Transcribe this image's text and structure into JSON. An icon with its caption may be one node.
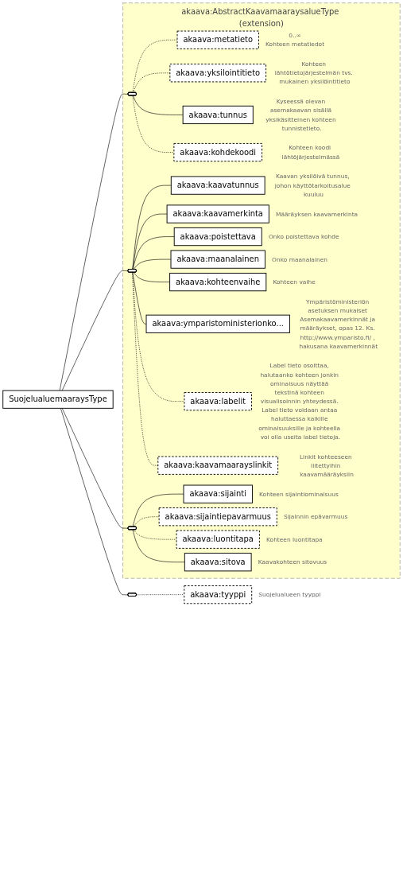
{
  "diagram": {
    "nodes": [
      {
        "text": [
          "SuojelualuemaaraysType"
        ]
      },
      {
        "text": [
          "akaava:AbstractKaavamaaraysalueType (extension)"
        ]
      },
      {
        "text": [],
        "shape": "octagon",
        "in": 1
      },
      {
        "text": [
          "akaava:metatieto"
        ],
        "in": 1,
        "beside": [
          "0..∞",
          "Kohteen metatiedot"
        ]
      },
      {
        "text": [
          "akaava:yksilointitieto"
        ],
        "in": 1,
        "beside": [
          "Kohteen lähtötietojärjestelmän tvs. mukainen yksilöintitieto"
        ]
      },
      {
        "text": [
          "akaava:tunnus"
        ],
        "in": 1,
        "beside": [
          "Kyseessä olevan asemakaavan sisällä yksikäsitteinen kohteen tunnistetieto."
        ]
      },
      {
        "text": [
          "akaava:kohdekoodi"
        ],
        "in": 1,
        "beside": [
          "Kohteen koodi lähtöjärjestelmässä"
        ]
      },
      {
        "text": [],
        "shape": "octagon",
        "in": 1
      },
      {
        "text": [
          "akaava:kaavatunnus"
        ],
        "in": 1,
        "beside": [
          "Kaavan yksilöivä tunnus, johon käyttötarkoitusalue kuuluu"
        ]
      },
      {
        "text": [
          "akaava:kaavamerkinta"
        ],
        "in": 1,
        "beside": [
          "Määräyksen kaavamerkinta"
        ]
      },
      {
        "text": [
          "akaava:poistettava"
        ],
        "in": 1,
        "beside": [
          "Onko poistettava kohde"
        ]
      },
      {
        "text": [
          "akaava:maanalainen"
        ],
        "in": 1,
        "beside": [
          "Onko maanalainen"
        ]
      },
      {
        "text": [
          "akaava:kohteenvaihe"
        ],
        "in": 1,
        "beside": [
          "Kohteen vaihe"
        ]
      },
      {
        "text": [
          "akaava:ymparistoministerionko..."
        ],
        "in": 1,
        "beside": [
          "Ympäristöministeriön asetuksen mukaiset Asemakaavamerkinnät ja määräykset, opas 12. Ks. http://www.ymparisto.fi/ , hakusana kaavamerkinnät"
        ]
      },
      {
        "text": [
          "akaava:labelit"
        ],
        "in": 1,
        "beside": [
          "Label tieto osoittaa, halutaanko kohteen jonkin ominaisuus näyttää tekstinä kohteen visualisoinnin yhteydessä. Label tieto voidaan antaa haluttaessa kaikille ominaisuuksille ja kohteella voi olla useita label tietoja."
        ]
      },
      {
        "text": [
          "akaava:kaavamaarayslinkit"
        ],
        "in": 1,
        "beside": [
          "Linkit kohteeseen liitettyihin kaavamääräyksiin"
        ]
      },
      {
        "text": [],
        "shape": "octagon",
        "in": 1
      },
      {
        "text": [
          "akaava:sijainti"
        ],
        "in": 1,
        "beside": [
          "Kohteen sijaintiominaisuus"
        ]
      },
      {
        "text": [
          "akaava:sijaintiepavarmuus"
        ],
        "in": 1,
        "beside": [
          "Sijainnin epävarmuus"
        ]
      },
      {
        "text": [
          "akaava:luontitapa"
        ],
        "in": 1,
        "beside": [
          "Kohteen luontitapa"
        ]
      },
      {
        "text": [
          "akaava:sitova"
        ],
        "in": 1,
        "beside": [
          "Kaavakohteen sitovuus"
        ]
      },
      {
        "text": [],
        "shape": "octagon"
      },
      {
        "text": [
          "akaava:tyyppi"
        ],
        "beside": [
          "Suojelualueen tyyppi"
        ]
      }
    ],
    "edges": [
      {
        "from": 0,
        "to": 2,
        "arrow": "none"
      },
      {
        "from": 0,
        "to": 7,
        "arrow": "none"
      },
      {
        "from": 0,
        "to": 16,
        "arrow": "none"
      },
      {
        "from": 0,
        "to": 21,
        "arrow": "none"
      },
      {
        "from": 2,
        "to": 3,
        "arrow": "none",
        "style": "dashed"
      },
      {
        "from": 2,
        "to": 4,
        "arrow": "none",
        "style": "dashed"
      },
      {
        "from": 2,
        "to": 5,
        "arrow": "none"
      },
      {
        "from": 2,
        "to": 6,
        "arrow": "none",
        "style": "dashed"
      },
      {
        "from": 7,
        "to": 8,
        "arrow": "none"
      },
      {
        "from": 7,
        "to": 9,
        "arrow": "none"
      },
      {
        "from": 7,
        "to": 10,
        "arrow": "none"
      },
      {
        "from": 7,
        "to": 11,
        "arrow": "none"
      },
      {
        "from": 7,
        "to": 12,
        "arrow": "none"
      },
      {
        "from": 7,
        "to": 13,
        "arrow": "none"
      },
      {
        "from": 7,
        "to": 14,
        "arrow": "none",
        "style": "dashed"
      },
      {
        "from": 7,
        "to": 15,
        "arrow": "none",
        "style": "dashed"
      },
      {
        "from": 16,
        "to": 17,
        "arrow": "none"
      },
      {
        "from": 16,
        "to": 18,
        "arrow": "none",
        "style": "dashed"
      },
      {
        "from": 16,
        "to": 19,
        "arrow": "none",
        "style": "dashed"
      },
      {
        "from": 16,
        "to": 20,
        "arrow": "none"
      },
      {
        "from": 21,
        "to": 22,
        "arrow": "none",
        "style": "dashed"
      }
    ]
  }
}
